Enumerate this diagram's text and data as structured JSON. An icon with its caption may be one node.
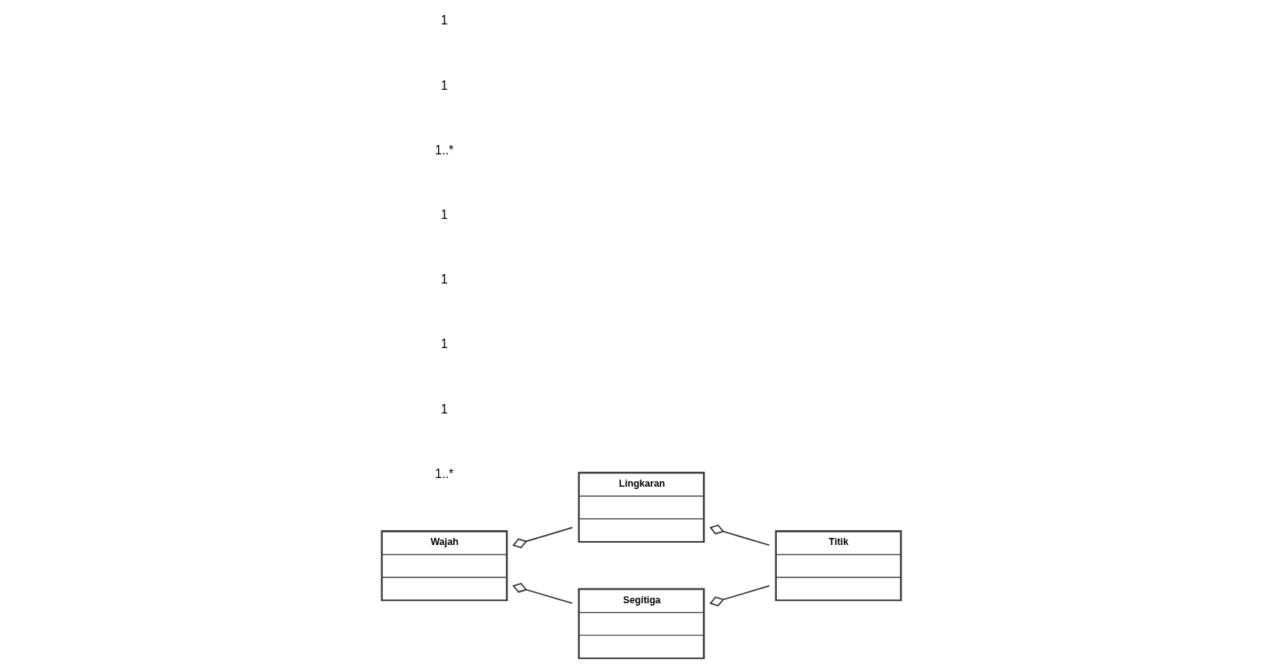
{
  "diagram": {
    "nodes": [
      {
        "text": [
          "Lingkaran"
        ]
      },
      {
        "text": [
          "Wajah"
        ]
      },
      {
        "text": [
          "Titik"
        ]
      },
      {
        "text": [
          "Segitiga"
        ]
      }
    ],
    "edges": [
      {
        "from": 1,
        "to": 0,
        "arrow": "other"
      },
      {
        "from": 0,
        "to": 2,
        "arrow": "other"
      },
      {
        "from": 1,
        "to": 3,
        "arrow": "other"
      },
      {
        "from": 3,
        "to": 2,
        "arrow": "other"
      }
    ],
    "labels": [
      "1..*",
      "1",
      "1",
      "1",
      "1",
      "1..*",
      "1",
      "1"
    ]
  }
}
